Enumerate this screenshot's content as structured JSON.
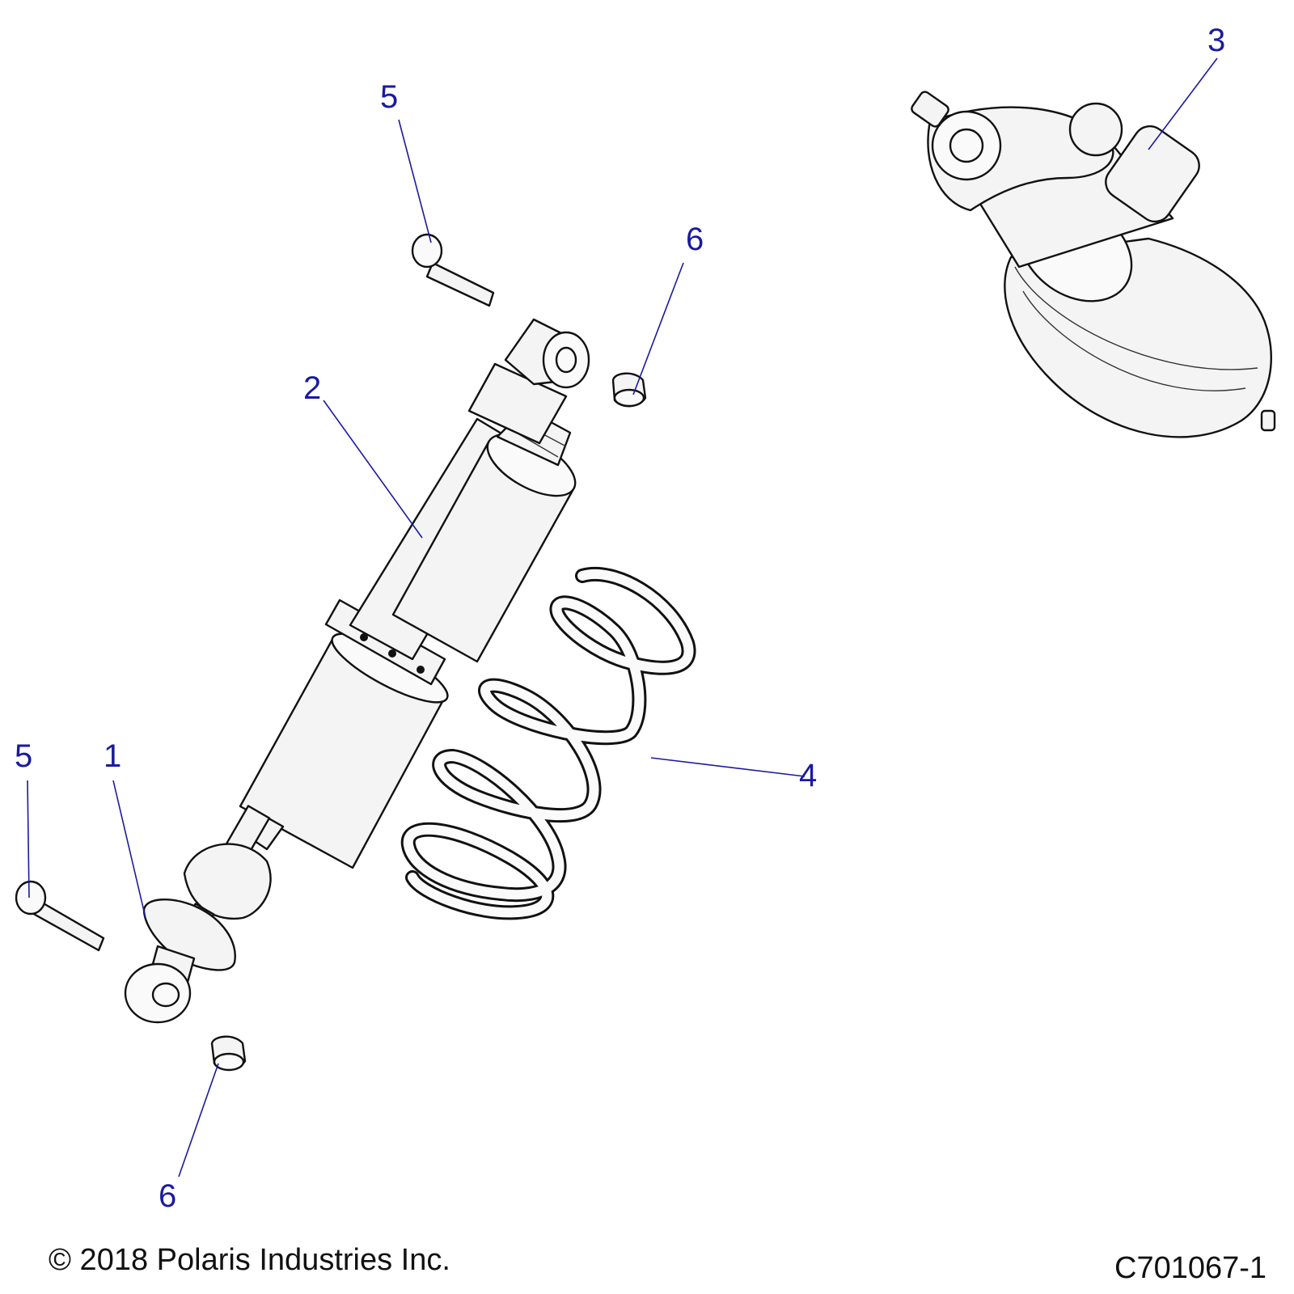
{
  "callouts": {
    "c1": "1",
    "c2": "2",
    "c3": "3",
    "c4": "4",
    "c5_top": "5",
    "c5_left": "5",
    "c6_top": "6",
    "c6_bottom": "6"
  },
  "footer": {
    "copyright": "© 2018 Polaris Industries Inc.",
    "figure_id": "C701067-1"
  }
}
